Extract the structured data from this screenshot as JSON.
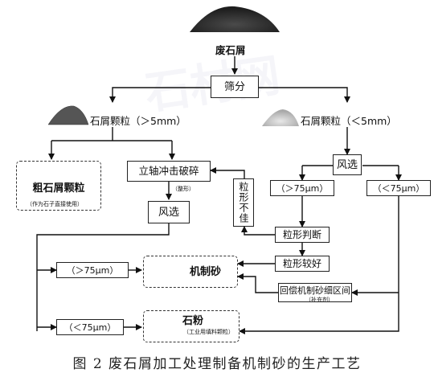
{
  "nodes": {
    "waste_chips": "废石屑",
    "screening": "筛分",
    "coarse_particles": "石屑颗粒（＞5mm）",
    "fine_particles": "石屑颗粒（＜5mm）",
    "vsi_crusher": "立轴冲击破碎",
    "shaping_note": "（整形）",
    "coarse_aggregate": "粗石屑颗粒",
    "coarse_aggregate_note": "（作为石子直接使用）",
    "air_classify_left": "风选",
    "air_classify_right": "风选",
    "poor_shape": "粒形不佳",
    "gt75_right": "（＞75μm）",
    "lt75_right": "（＜75μm）",
    "shape_judge": "粒形判断",
    "good_shape": "粒形较好",
    "gt75_left": "（＞75μm）",
    "lt75_left": "（＜75μm）",
    "manufactured_sand": "机制砂",
    "backfill": "回偿机制砂细区间",
    "backfill_note": "（补充剂）",
    "stone_powder": "石粉",
    "stone_powder_note": "（工业用填料颗粒）"
  },
  "caption": "图 2  废石屑加工处理制备机制砂的生产工艺",
  "watermark": "石材网"
}
